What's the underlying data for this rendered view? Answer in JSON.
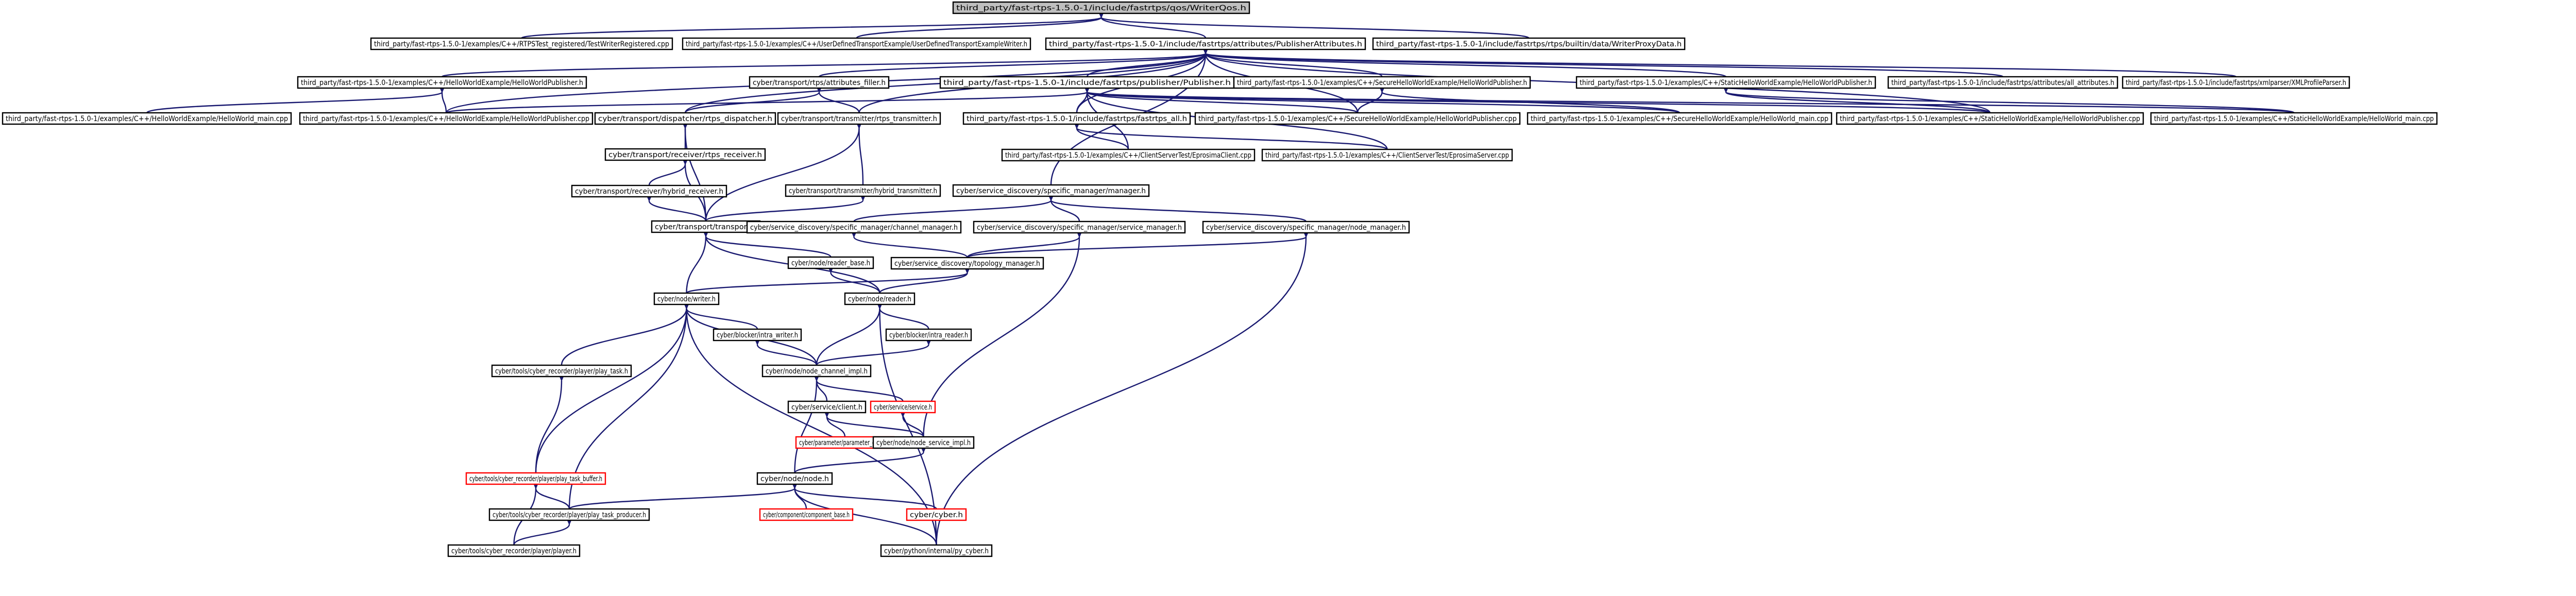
{
  "nodes": [
    {
      "id": "n0",
      "label": "third_party/fast-rtps-1.5.0-1/include/fastrtps/qos/WriterQos.h",
      "style": "root"
    },
    {
      "id": "n1",
      "label": "third_party/fast-rtps-1.5.0-1/examples/C++/RTPSTest_registered/TestWriterRegistered.cpp",
      "style": "normal"
    },
    {
      "id": "n2",
      "label": "third_party/fast-rtps-1.5.0-1/examples/C++/UserDefinedTransportExample/UserDefinedTransportExampleWriter.h",
      "style": "normal"
    },
    {
      "id": "n3",
      "label": "third_party/fast-rtps-1.5.0-1/include/fastrtps/attributes/PublisherAttributes.h",
      "style": "normal"
    },
    {
      "id": "n4",
      "label": "third_party/fast-rtps-1.5.0-1/include/fastrtps/rtps/builtin/data/WriterProxyData.h",
      "style": "normal"
    },
    {
      "id": "n5",
      "label": "third_party/fast-rtps-1.5.0-1/examples/C++/HelloWorldExample/HelloWorldPublisher.h",
      "style": "normal"
    },
    {
      "id": "n6",
      "label": "cyber/transport/rtps/attributes_filler.h",
      "style": "normal"
    },
    {
      "id": "n7",
      "label": "third_party/fast-rtps-1.5.0-1/include/fastrtps/publisher/Publisher.h",
      "style": "normal"
    },
    {
      "id": "n8",
      "label": "third_party/fast-rtps-1.5.0-1/examples/C++/SecureHelloWorldExample/HelloWorldPublisher.h",
      "style": "normal"
    },
    {
      "id": "n9",
      "label": "third_party/fast-rtps-1.5.0-1/examples/C++/StaticHelloWorldExample/HelloWorldPublisher.h",
      "style": "normal"
    },
    {
      "id": "n10",
      "label": "third_party/fast-rtps-1.5.0-1/include/fastrtps/attributes/all_attributes.h",
      "style": "normal"
    },
    {
      "id": "n11",
      "label": "third_party/fast-rtps-1.5.0-1/include/fastrtps/xmlparser/XMLProfileParser.h",
      "style": "normal"
    },
    {
      "id": "n12",
      "label": "third_party/fast-rtps-1.5.0-1/examples/C++/HelloWorldExample/HelloWorld_main.cpp",
      "style": "normal"
    },
    {
      "id": "n13",
      "label": "third_party/fast-rtps-1.5.0-1/examples/C++/HelloWorldExample/HelloWorldPublisher.cpp",
      "style": "normal"
    },
    {
      "id": "n14",
      "label": "cyber/transport/dispatcher/rtps_dispatcher.h",
      "style": "normal"
    },
    {
      "id": "n15",
      "label": "cyber/transport/transmitter/rtps_transmitter.h",
      "style": "normal"
    },
    {
      "id": "n16",
      "label": "third_party/fast-rtps-1.5.0-1/include/fastrtps/fastrtps_all.h",
      "style": "normal"
    },
    {
      "id": "n17",
      "label": "third_party/fast-rtps-1.5.0-1/examples/C++/SecureHelloWorldExample/HelloWorldPublisher.cpp",
      "style": "normal"
    },
    {
      "id": "n18",
      "label": "third_party/fast-rtps-1.5.0-1/examples/C++/SecureHelloWorldExample/HelloWorld_main.cpp",
      "style": "normal"
    },
    {
      "id": "n19",
      "label": "third_party/fast-rtps-1.5.0-1/examples/C++/StaticHelloWorldExample/HelloWorldPublisher.cpp",
      "style": "normal"
    },
    {
      "id": "n20",
      "label": "third_party/fast-rtps-1.5.0-1/examples/C++/StaticHelloWorldExample/HelloWorld_main.cpp",
      "style": "normal"
    },
    {
      "id": "n21",
      "label": "cyber/transport/receiver/rtps_receiver.h",
      "style": "normal"
    },
    {
      "id": "n22",
      "label": "third_party/fast-rtps-1.5.0-1/examples/C++/ClientServerTest/Eprosima­Client.cpp",
      "style": "normal"
    },
    {
      "id": "n23",
      "label": "third_party/fast-rtps-1.5.0-1/examples/C++/ClientServerTest/Eprosima­Server.cpp",
      "style": "normal"
    },
    {
      "id": "n24",
      "label": "cyber/transport/receiver/hybrid_receiver.h",
      "style": "normal"
    },
    {
      "id": "n25",
      "label": "cyber/transport/transmitter/hybrid_transmitter.h",
      "style": "normal"
    },
    {
      "id": "n26",
      "label": "cyber/service_discovery/specific_manager/manager.h",
      "style": "normal"
    },
    {
      "id": "n27",
      "label": "cyber/transport/transport.h",
      "style": "normal"
    },
    {
      "id": "n28",
      "label": "cyber/service_discovery/specific_manager/channel_manager.h",
      "style": "normal"
    },
    {
      "id": "n29",
      "label": "cyber/service_discovery/specific_manager/service_manager.h",
      "style": "normal"
    },
    {
      "id": "n30",
      "label": "cyber/service_discovery/specific_manager/node_manager.h",
      "style": "normal"
    },
    {
      "id": "n31",
      "label": "cyber/node/reader_base.h",
      "style": "normal"
    },
    {
      "id": "n32",
      "label": "cyber/service_discovery/topology_manager.h",
      "style": "normal"
    },
    {
      "id": "n33",
      "label": "cyber/node/writer.h",
      "style": "normal"
    },
    {
      "id": "n34",
      "label": "cyber/node/reader.h",
      "style": "normal"
    },
    {
      "id": "n35",
      "label": "cyber/blocker/intra_writer.h",
      "style": "normal"
    },
    {
      "id": "n36",
      "label": "cyber/blocker/intra_reader.h",
      "style": "normal"
    },
    {
      "id": "n37",
      "label": "cyber/tools/cyber_recorder/player/play_task.h",
      "style": "normal"
    },
    {
      "id": "n38",
      "label": "cyber/node/node_channel_impl.h",
      "style": "normal"
    },
    {
      "id": "n39",
      "label": "cyber/service/client.h",
      "style": "normal"
    },
    {
      "id": "n40",
      "label": "cyber/service/service.h",
      "style": "red"
    },
    {
      "id": "n41",
      "label": "cyber/parameter/parameter_client.h",
      "style": "red"
    },
    {
      "id": "n42",
      "label": "cyber/node/node_service_impl.h",
      "style": "normal"
    },
    {
      "id": "n43",
      "label": "cyber/tools/cyber_recorder/player/play_task_buffer.h",
      "style": "red"
    },
    {
      "id": "n44",
      "label": "cyber/node/node.h",
      "style": "normal"
    },
    {
      "id": "n45",
      "label": "cyber/tools/cyber_recorder/player/play_task_producer.h",
      "style": "normal"
    },
    {
      "id": "n46",
      "label": "cyber/component/component_base.h",
      "style": "red"
    },
    {
      "id": "n47",
      "label": "cyber/cyber.h",
      "style": "red"
    },
    {
      "id": "n48",
      "label": "cyber/tools/cyber_recorder/player/player.h",
      "style": "normal"
    },
    {
      "id": "n49",
      "label": "cyber/python/internal/py_cyber.h",
      "style": "normal"
    }
  ],
  "edges": [
    [
      "n0",
      "n1"
    ],
    [
      "n0",
      "n2"
    ],
    [
      "n0",
      "n3"
    ],
    [
      "n0",
      "n4"
    ],
    [
      "n3",
      "n5"
    ],
    [
      "n3",
      "n6"
    ],
    [
      "n3",
      "n7"
    ],
    [
      "n3",
      "n8"
    ],
    [
      "n3",
      "n9"
    ],
    [
      "n3",
      "n10"
    ],
    [
      "n3",
      "n11"
    ],
    [
      "n3",
      "n13"
    ],
    [
      "n3",
      "n14"
    ],
    [
      "n3",
      "n15"
    ],
    [
      "n3",
      "n16"
    ],
    [
      "n3",
      "n17"
    ],
    [
      "n3",
      "n19"
    ],
    [
      "n3",
      "n26"
    ],
    [
      "n5",
      "n12"
    ],
    [
      "n5",
      "n13"
    ],
    [
      "n6",
      "n14"
    ],
    [
      "n6",
      "n15"
    ],
    [
      "n7",
      "n13"
    ],
    [
      "n7",
      "n16"
    ],
    [
      "n7",
      "n17"
    ],
    [
      "n7",
      "n18"
    ],
    [
      "n7",
      "n19"
    ],
    [
      "n7",
      "n20"
    ],
    [
      "n7",
      "n22"
    ],
    [
      "n7",
      "n23"
    ],
    [
      "n8",
      "n17"
    ],
    [
      "n8",
      "n18"
    ],
    [
      "n9",
      "n19"
    ],
    [
      "n9",
      "n20"
    ],
    [
      "n16",
      "n22"
    ],
    [
      "n16",
      "n23"
    ],
    [
      "n14",
      "n21"
    ],
    [
      "n14",
      "n27"
    ],
    [
      "n21",
      "n24"
    ],
    [
      "n21",
      "n27"
    ],
    [
      "n24",
      "n27"
    ],
    [
      "n15",
      "n25"
    ],
    [
      "n15",
      "n27"
    ],
    [
      "n25",
      "n27"
    ],
    [
      "n26",
      "n28"
    ],
    [
      "n26",
      "n29"
    ],
    [
      "n26",
      "n30"
    ],
    [
      "n27",
      "n31"
    ],
    [
      "n27",
      "n33"
    ],
    [
      "n27",
      "n34"
    ],
    [
      "n28",
      "n32"
    ],
    [
      "n29",
      "n32"
    ],
    [
      "n29",
      "n42"
    ],
    [
      "n30",
      "n32"
    ],
    [
      "n30",
      "n49"
    ],
    [
      "n31",
      "n34"
    ],
    [
      "n32",
      "n33"
    ],
    [
      "n32",
      "n34"
    ],
    [
      "n33",
      "n35"
    ],
    [
      "n33",
      "n37"
    ],
    [
      "n33",
      "n38"
    ],
    [
      "n33",
      "n43"
    ],
    [
      "n33",
      "n45"
    ],
    [
      "n33",
      "n49"
    ],
    [
      "n34",
      "n36"
    ],
    [
      "n34",
      "n38"
    ],
    [
      "n34",
      "n49"
    ],
    [
      "n35",
      "n38"
    ],
    [
      "n36",
      "n38"
    ],
    [
      "n37",
      "n43"
    ],
    [
      "n38",
      "n39"
    ],
    [
      "n38",
      "n40"
    ],
    [
      "n38",
      "n44"
    ],
    [
      "n39",
      "n41"
    ],
    [
      "n39",
      "n42"
    ],
    [
      "n40",
      "n42"
    ],
    [
      "n42",
      "n44"
    ],
    [
      "n43",
      "n45"
    ],
    [
      "n43",
      "n48"
    ],
    [
      "n44",
      "n45"
    ],
    [
      "n44",
      "n46"
    ],
    [
      "n44",
      "n47"
    ],
    [
      "n44",
      "n49"
    ],
    [
      "n45",
      "n48"
    ]
  ]
}
